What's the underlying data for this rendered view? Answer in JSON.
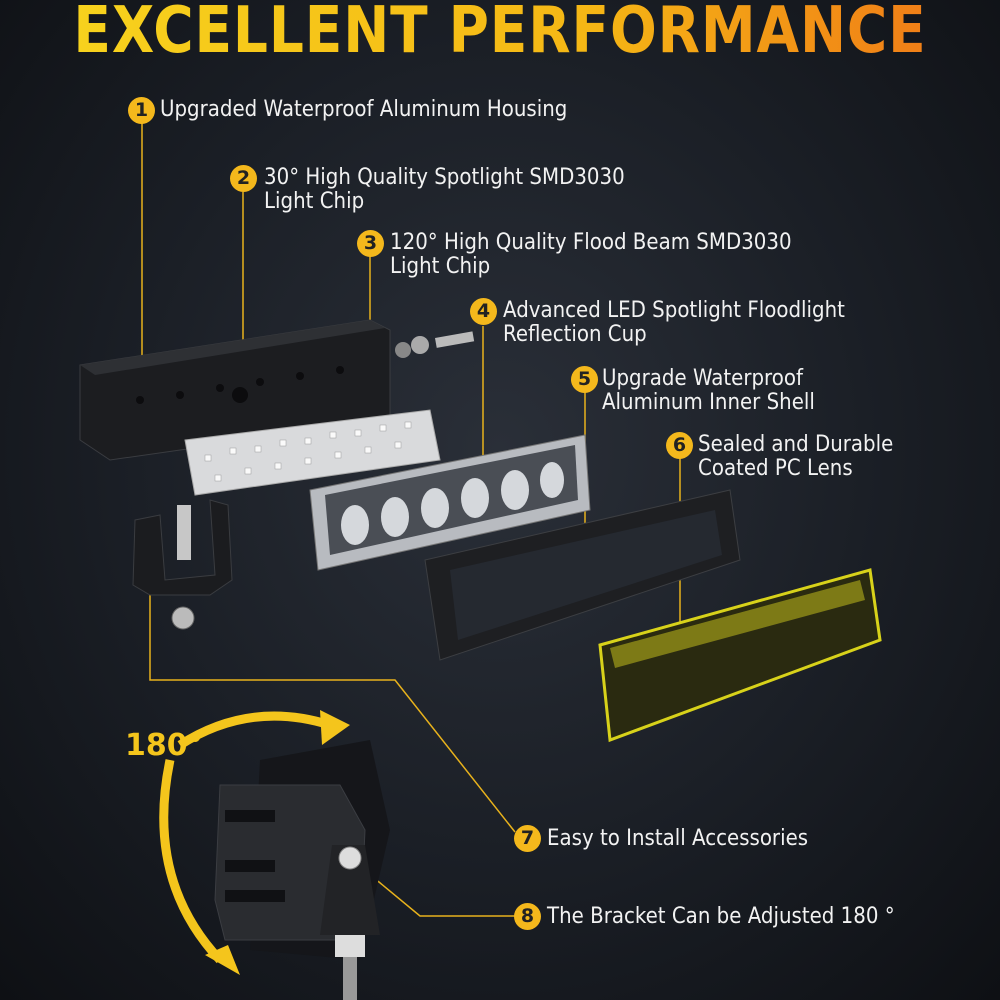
{
  "title": "EXCELLENT PERFORMANCE",
  "rotation_label": "180°",
  "callouts": [
    {
      "number": "1",
      "lines": [
        "Upgraded Waterproof Aluminum Housing"
      ]
    },
    {
      "number": "2",
      "lines": [
        "30° High Quality Spotlight SMD3030",
        "Light Chip"
      ]
    },
    {
      "number": "3",
      "lines": [
        "120° High Quality Flood Beam SMD3030",
        "Light Chip"
      ]
    },
    {
      "number": "4",
      "lines": [
        "Advanced LED Spotlight Floodlight",
        "Reflection Cup"
      ]
    },
    {
      "number": "5",
      "lines": [
        "Upgrade Waterproof",
        "Aluminum Inner Shell"
      ]
    },
    {
      "number": "6",
      "lines": [
        "Sealed and Durable",
        "Coated PC Lens"
      ]
    },
    {
      "number": "7",
      "lines": [
        "Easy to Install Accessories"
      ]
    },
    {
      "number": "8",
      "lines": [
        "The Bracket Can be Adjusted 180 °"
      ]
    }
  ],
  "colors": {
    "accent": "#f4b81c",
    "title_start": "#f7d21d",
    "title_end": "#f07e17",
    "lens": "#d8d21a"
  }
}
